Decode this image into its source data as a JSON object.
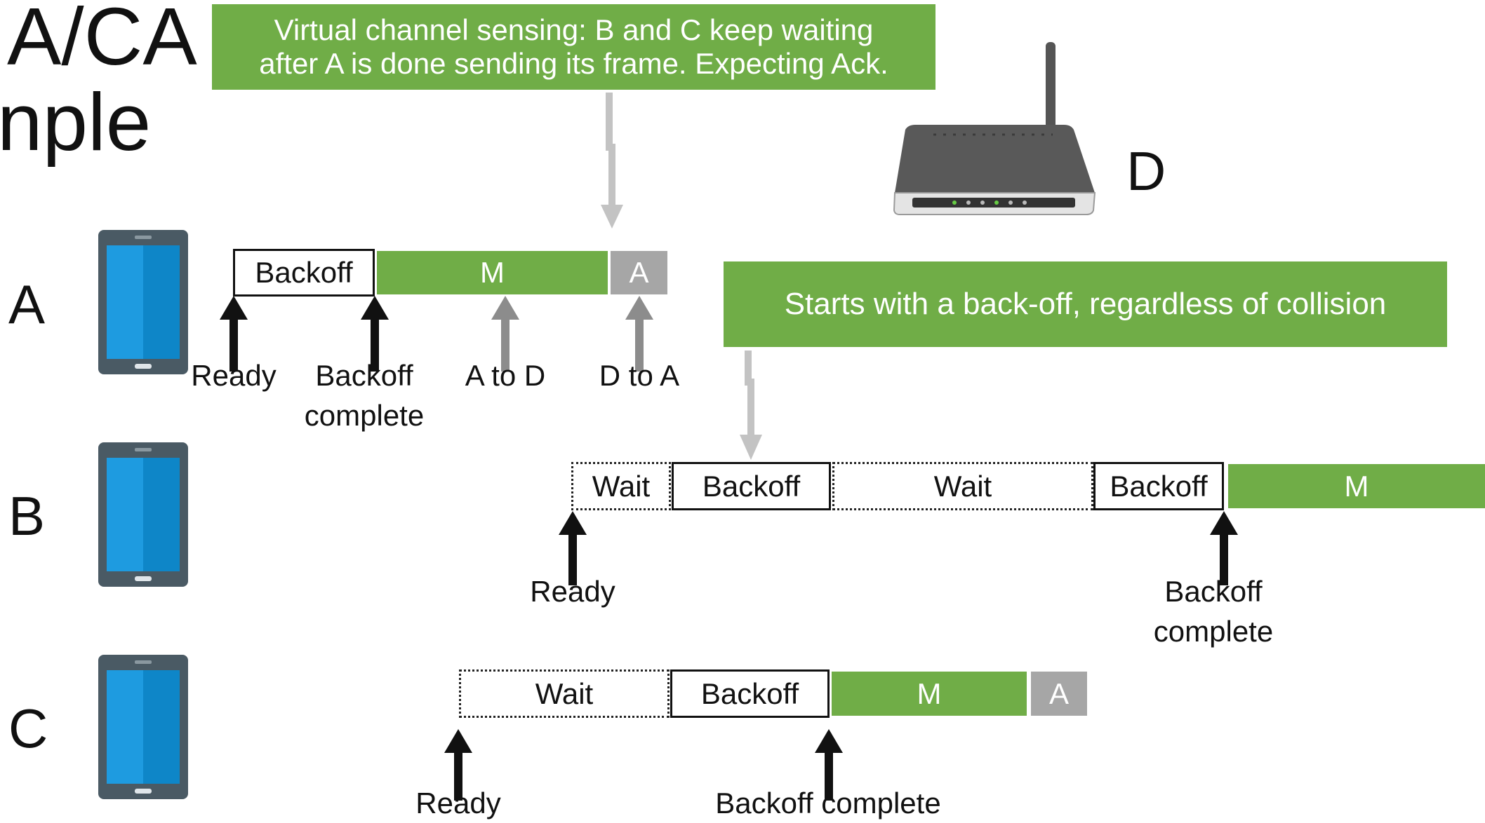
{
  "title": {
    "line1": "A/CA",
    "line2": "nple"
  },
  "callouts": {
    "virtual_sensing_line1": "Virtual channel sensing: B and C keep waiting",
    "virtual_sensing_line2": "after A is done sending its frame. Expecting Ack.",
    "backoff_note": "Starts with a back-off, regardless of collision"
  },
  "nodes": {
    "a": "A",
    "b": "B",
    "c": "C",
    "d": "D"
  },
  "row_a": {
    "segments": {
      "backoff": "Backoff",
      "m": "M",
      "ack": "A"
    },
    "labels": {
      "ready": "Ready",
      "backoff_line1": "Backoff",
      "backoff_line2": "complete",
      "a_to_d": "A to D",
      "d_to_a": "D to A"
    }
  },
  "row_b": {
    "segments": {
      "wait1": "Wait",
      "backoff1": "Backoff",
      "wait2": "Wait",
      "backoff2": "Backoff",
      "m": "M"
    },
    "labels": {
      "ready": "Ready",
      "backoff_line1": "Backoff",
      "backoff_line2": "complete"
    }
  },
  "row_c": {
    "segments": {
      "wait": "Wait",
      "backoff": "Backoff",
      "m": "M",
      "ack": "A"
    },
    "labels": {
      "ready": "Ready",
      "backoff_complete": "Backoff complete"
    }
  },
  "colors": {
    "green": "#70ad47",
    "gray_ack": "#a6a6a6",
    "tablet_blue": "#1e9be0",
    "tablet_frame": "#4a5a64"
  },
  "icons": {
    "device": "tablet-icon",
    "access_point": "router-icon"
  }
}
